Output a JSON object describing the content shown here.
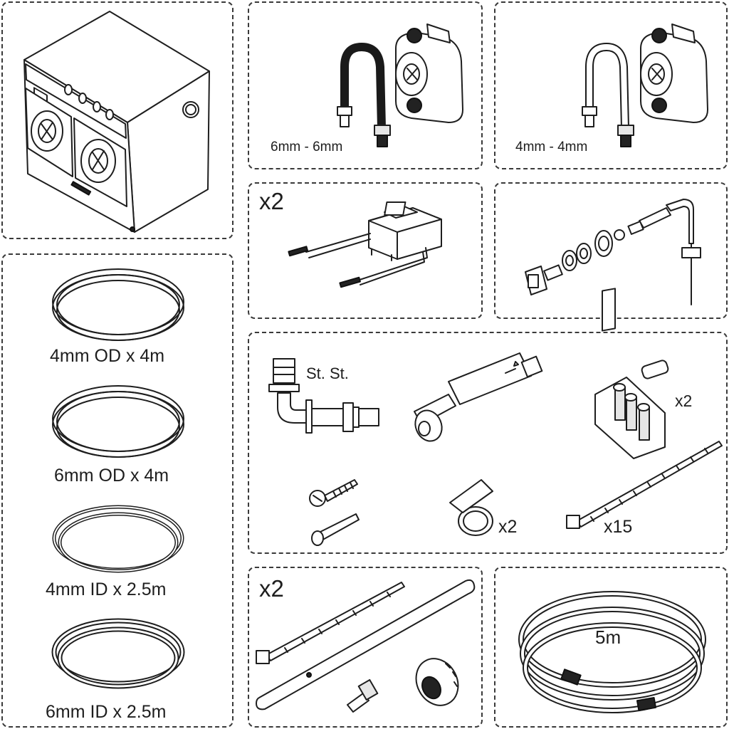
{
  "panels": {
    "pump_hose_6": {
      "label": "6mm - 6mm"
    },
    "pump_hose_4": {
      "label": "4mm - 4mm"
    },
    "transformer": {
      "quantity": "x2"
    },
    "fittings_kit": {
      "steel_label": "St. St.",
      "connector_qty": "x2",
      "clamp_qty": "x2",
      "cable_tie_qty": "x15"
    },
    "tubing": {
      "items": [
        {
          "label": "4mm OD x 4m"
        },
        {
          "label": "6mm OD x 4m"
        },
        {
          "label": "4mm ID x 2.5m"
        },
        {
          "label": "6mm ID x 2.5m"
        }
      ]
    },
    "lance_kit": {
      "quantity": "x2"
    },
    "hose_coil": {
      "label": "5m"
    }
  }
}
